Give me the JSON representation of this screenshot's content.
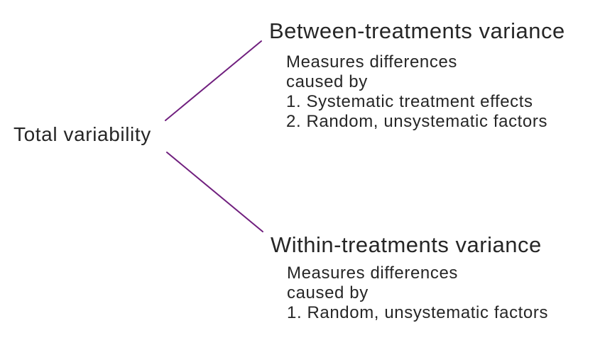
{
  "page": {
    "background_color": "#ffffff",
    "text_color": "#262626"
  },
  "diagram": {
    "type": "tree",
    "connector_color": "#701F7E",
    "root": {
      "label": "Total variability"
    },
    "branches": [
      {
        "title": "Between-treatments variance",
        "description_lines": [
          "Measures differences",
          "caused by",
          "1. Systematic treatment effects",
          "2. Random, unsystematic factors"
        ]
      },
      {
        "title": "Within-treatments variance",
        "description_lines": [
          "Measures differences",
          "caused by",
          "1. Random, unsystematic factors"
        ]
      }
    ]
  }
}
